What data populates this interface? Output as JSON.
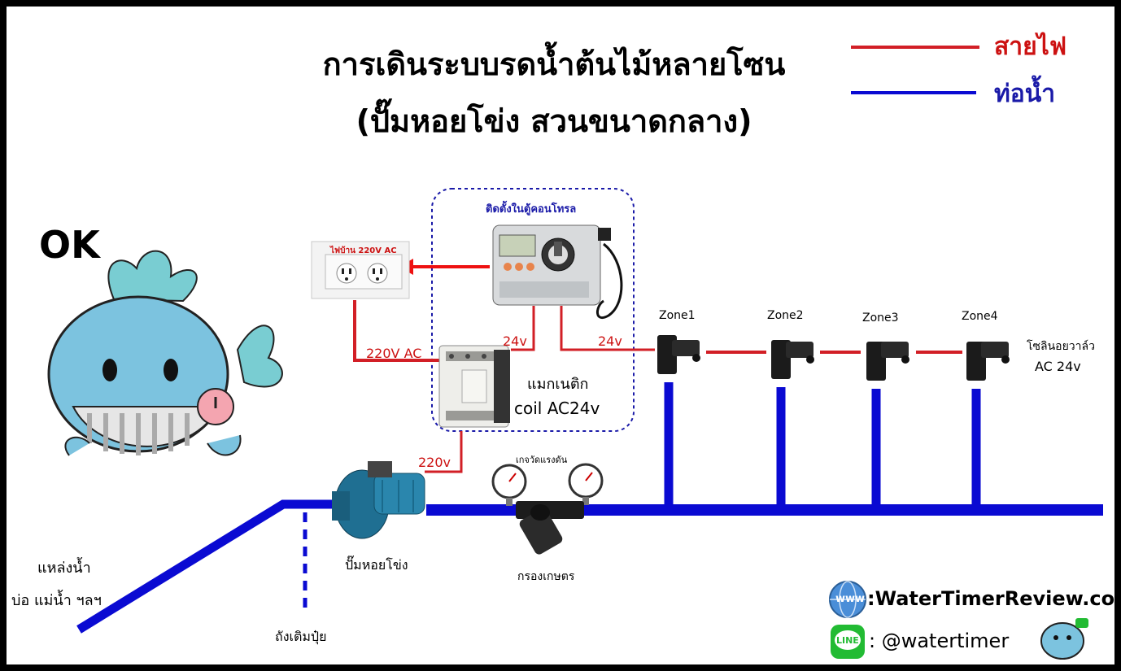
{
  "title": {
    "line1": "การเดินระบบรดน้ำต้นไม้หลายโซน",
    "line2": "(ปั๊มหอยโข่ง สวนขนาดกลาง)"
  },
  "legend": {
    "wire_label": "สายไฟ",
    "pipe_label": "ท่อน้ำ",
    "wire_color": "#d21f26",
    "pipe_color": "#0a0ad2"
  },
  "mascot": {
    "ok_text": "OK"
  },
  "cabinet_label": "ติดตั้งในตู้คอนโทรล",
  "outlet_label": "ไฟบ้าน 220V AC",
  "wires": {
    "mains_label": "220V AC",
    "ctrl_to_contactor": "24v",
    "ctrl_to_valves": "24v",
    "contactor_to_pump": "220v"
  },
  "contactor": {
    "name": "แมกเนติก",
    "coil": "coil AC24v"
  },
  "zones": [
    "Zone1",
    "Zone2",
    "Zone3",
    "Zone4"
  ],
  "valve_label": {
    "line1": "โซลินอยวาล์ว",
    "line2": "AC 24v"
  },
  "gauge_label": "เกจวัดแรงดัน",
  "filter_label": "กรองเกษตร",
  "pump_label": "ปั๊มหอยโข่ง",
  "source_label": {
    "line1": "แหล่งน้ำ",
    "line2": "บ่อ แม่น้ำ ฯลฯ"
  },
  "fert_tank_label": "ถังเติมปุ๋ย",
  "branding": {
    "www_icon_text": "www",
    "website": ":WaterTimerReview.com",
    "line_icon_text": "LINE",
    "line_id": ": @watertimer"
  }
}
